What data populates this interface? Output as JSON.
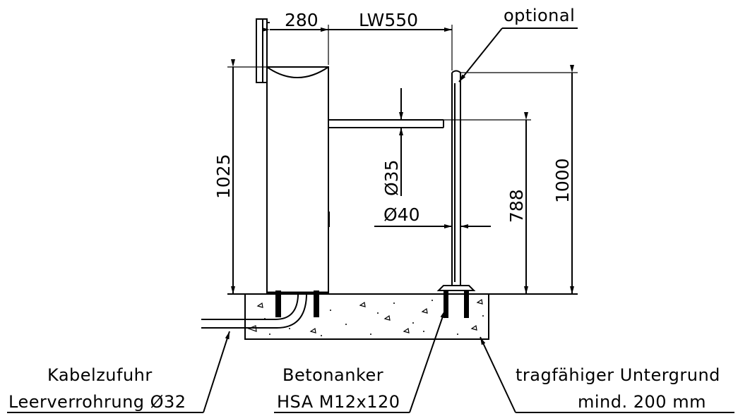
{
  "dimensions": {
    "top_width": "280",
    "clear_width": "LW550",
    "post_height": "1025",
    "rail_diameter": "Ø35",
    "post_diameter": "Ø40",
    "rail_height": "788",
    "optional_height": "1000"
  },
  "labels": {
    "optional": "optional",
    "cable_line1": "Kabelzufuhr",
    "cable_line2": "Leerverrohrung Ø32",
    "anchor_line1": "Betonanker",
    "anchor_line2": "HSA M12x120",
    "ground_line1": "tragfähiger Untergrund",
    "ground_line2": "mind. 200 mm"
  }
}
